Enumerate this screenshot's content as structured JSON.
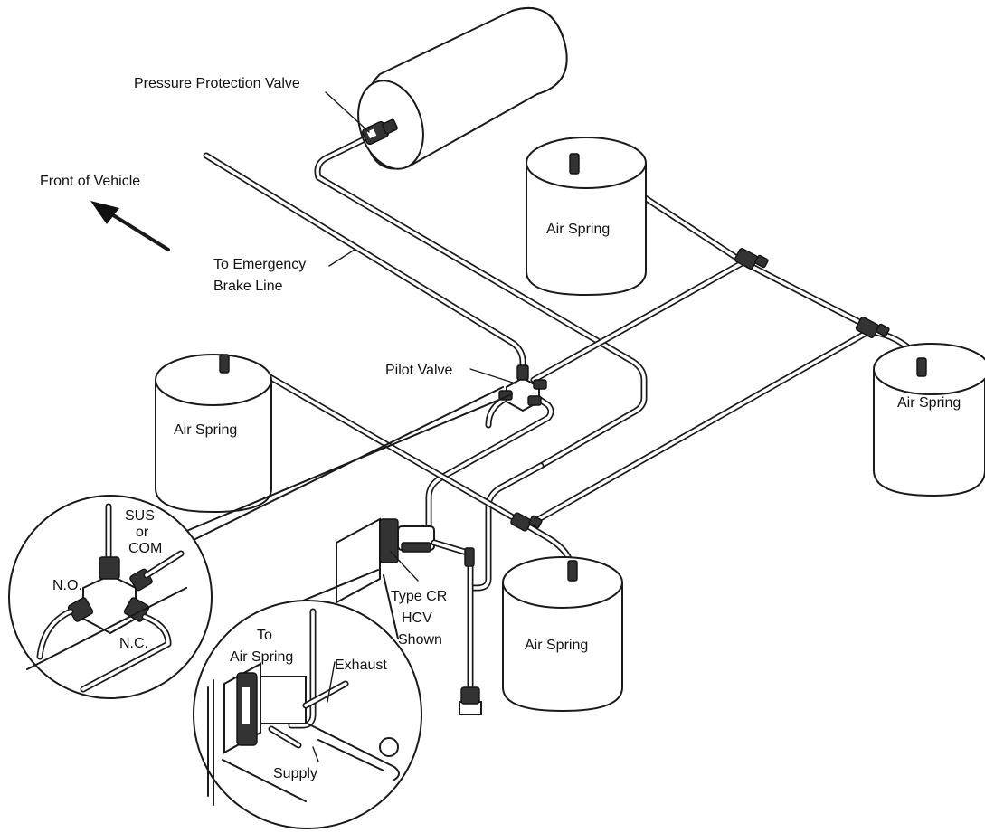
{
  "labels": {
    "pressure_protection_valve": "Pressure Protection Valve",
    "front_of_vehicle": "Front of Vehicle",
    "to_emergency_line1": "To Emergency",
    "to_emergency_line2": "Brake Line",
    "pilot_valve": "Pilot Valve",
    "air_spring_top_right": "Air Spring",
    "air_spring_left": "Air Spring",
    "air_spring_right": "Air Spring",
    "air_spring_bottom": "Air Spring",
    "sus": "SUS",
    "or": "or",
    "com": "COM",
    "no": "N.O.",
    "nc": "N.C.",
    "type_cr": "Type CR",
    "hcv": "HCV",
    "shown": "Shown",
    "to": "To",
    "to_air_spring": "Air Spring",
    "exhaust": "Exhaust",
    "supply": "Supply"
  }
}
